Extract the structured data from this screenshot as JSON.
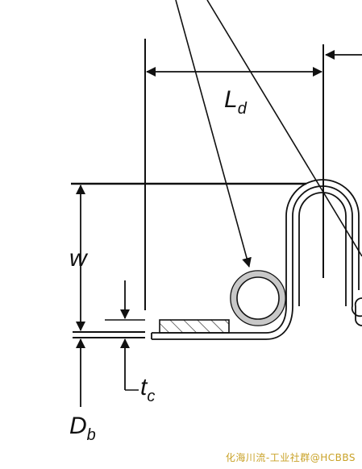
{
  "labels": {
    "Ld": {
      "main": "L",
      "sub": "d"
    },
    "w": {
      "main": "w"
    },
    "tc": {
      "main": "t",
      "sub": "c"
    },
    "Db": {
      "main": "D",
      "sub": "b"
    }
  },
  "watermark": "化海川流-工业社群@HCBBS",
  "colors": {
    "line": "#111111",
    "ring_fill": "#c8c8c8",
    "watermark": "#c9a227"
  }
}
